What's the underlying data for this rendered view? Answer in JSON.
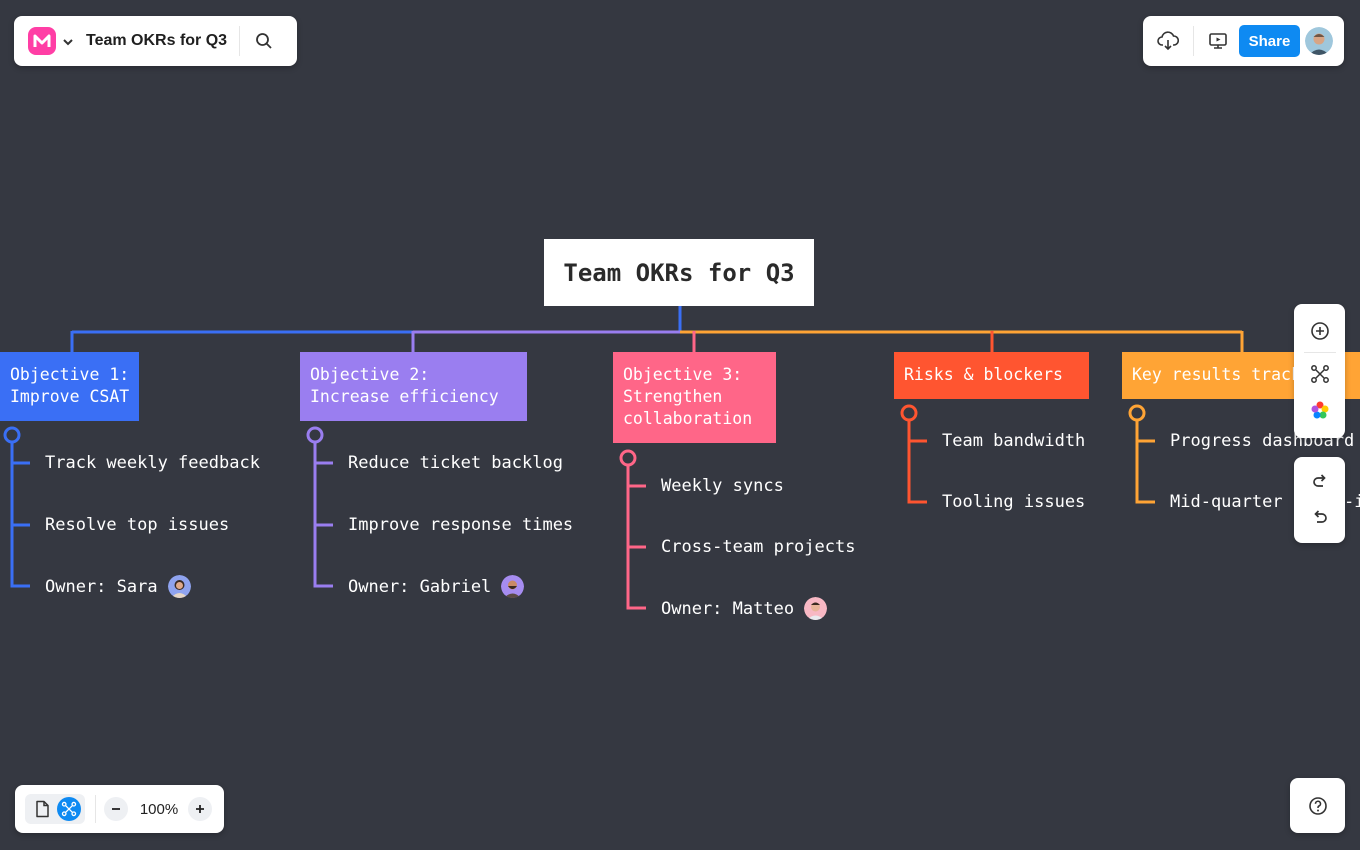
{
  "app": {
    "title": "Team OKRs for Q3",
    "share_label": "Share",
    "zoom": "100%"
  },
  "icons": {
    "logo": "mindmap-logo-icon",
    "caret": "chevron-down-icon",
    "search": "search-icon",
    "cloud": "cloud-download-icon",
    "present": "presentation-icon",
    "add": "add-circle-icon",
    "layout": "layout-icon",
    "theme": "color-palette-icon",
    "redo": "redo-icon",
    "undo": "undo-icon",
    "doc": "document-icon",
    "mindmap": "mindmap-icon",
    "help": "help-icon"
  },
  "colors": {
    "background": "#353841",
    "accent": "#0e8af2",
    "objective1": "#3a6ff5",
    "objective2": "#9a7ef0",
    "objective3": "#ff6688",
    "risks": "#ff5530",
    "key_results": "#ffa435"
  },
  "mindmap": {
    "root": "Team OKRs for Q3",
    "branches": [
      {
        "title_lines": [
          "Objective 1:",
          "Improve CSAT"
        ],
        "children": [
          "Track weekly feedback",
          "Resolve top issues",
          "Owner: Sara"
        ]
      },
      {
        "title_lines": [
          "Objective 2:",
          "Increase efficiency"
        ],
        "children": [
          "Reduce ticket backlog",
          "Improve response times",
          "Owner: Gabriel"
        ]
      },
      {
        "title_lines": [
          "Objective 3:",
          "Strengthen",
          "collaboration"
        ],
        "children": [
          "Weekly syncs",
          "Cross-team projects",
          "Owner: Matteo"
        ]
      },
      {
        "title_lines": [
          "Risks & blockers"
        ],
        "children": [
          "Team bandwidth",
          "Tooling issues"
        ]
      },
      {
        "title_lines": [
          "Key results tracking"
        ],
        "children": [
          "Progress dashboard",
          "Mid-quarter check-in"
        ]
      }
    ]
  }
}
